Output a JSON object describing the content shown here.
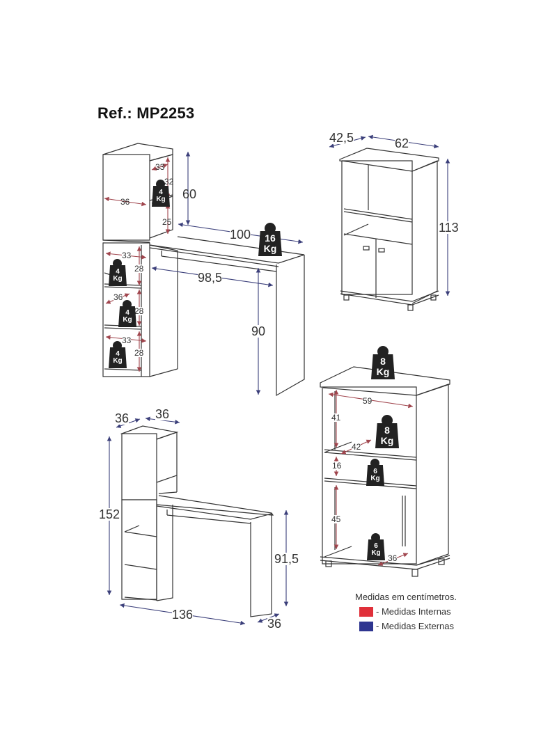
{
  "title": "Ref.: MP2253",
  "colors": {
    "internal": "#e0303a",
    "external": "#2e3590",
    "internal_arrow": "#a0454d",
    "external_arrow": "#3b3f7a",
    "line": "#333333",
    "weight_badge": "#222222"
  },
  "units_note": "Medidas em centímetros.",
  "legend": [
    {
      "label": "- Medidas Internas",
      "color": "#e0303a",
      "icon": "red-square-swatch"
    },
    {
      "label": "- Medidas Externas",
      "color": "#2e3590",
      "icon": "blue-square-swatch"
    }
  ],
  "desk_front_view": {
    "upper_niche": {
      "depth": "33",
      "height": "32",
      "weight": "4",
      "unit": "Kg"
    },
    "upper_cabinet_width": "36",
    "lower_niche_height": "25",
    "hutch_height": "60",
    "desk_top_length": "100",
    "desk_top_weight": "16",
    "desk_inner_length": "98,5",
    "desk_height": "90",
    "shelves": [
      {
        "width": "33",
        "height": "28",
        "weight": "4",
        "unit": "Kg"
      },
      {
        "width": "36",
        "height": "28",
        "weight": "4",
        "unit": "Kg"
      },
      {
        "width": "33",
        "height": "28",
        "weight": "4",
        "unit": "Kg"
      }
    ]
  },
  "cabinet_exterior_view": {
    "depth": "42,5",
    "width": "62",
    "height": "113"
  },
  "desk_exterior_view": {
    "tower_depth": "36",
    "tower_width": "36",
    "total_height": "152",
    "total_width": "136",
    "desk_height": "91,5",
    "desk_depth": "36"
  },
  "cabinet_interior_view": {
    "top_weight": "8",
    "inner_width": "59",
    "upper_compartment_height": "41",
    "upper_shelf_weight": "8",
    "shelf_depth": "42",
    "middle_compartment_height": "16",
    "middle_shelf_weight": "6",
    "lower_compartment_height": "45",
    "bottom_weight": "6",
    "bottom_depth": "36",
    "unit": "Kg"
  }
}
